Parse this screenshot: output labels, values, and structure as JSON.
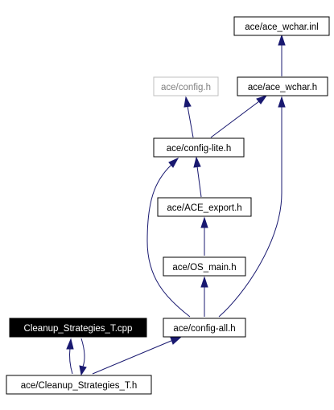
{
  "nodes": {
    "ace_wchar_inl": {
      "label": "ace/ace_wchar.inl",
      "style": "normal"
    },
    "config_h": {
      "label": "ace/config.h",
      "style": "grey"
    },
    "ace_wchar_h": {
      "label": "ace/ace_wchar.h",
      "style": "normal"
    },
    "config_lite_h": {
      "label": "ace/config-lite.h",
      "style": "normal"
    },
    "ace_export_h": {
      "label": "ace/ACE_export.h",
      "style": "normal"
    },
    "os_main_h": {
      "label": "ace/OS_main.h",
      "style": "normal"
    },
    "cleanup_strategies_t_cpp": {
      "label": "Cleanup_Strategies_T.cpp",
      "style": "current"
    },
    "config_all_h": {
      "label": "ace/config-all.h",
      "style": "normal"
    },
    "cleanup_strategies_t_h": {
      "label": "ace/Cleanup_Strategies_T.h",
      "style": "normal"
    }
  },
  "colors": {
    "edge": "#191970",
    "node_border": "#000000",
    "grey_border": "#bfbfbf",
    "grey_text": "#808080",
    "current_fill": "#000000",
    "current_text": "#ffffff"
  }
}
